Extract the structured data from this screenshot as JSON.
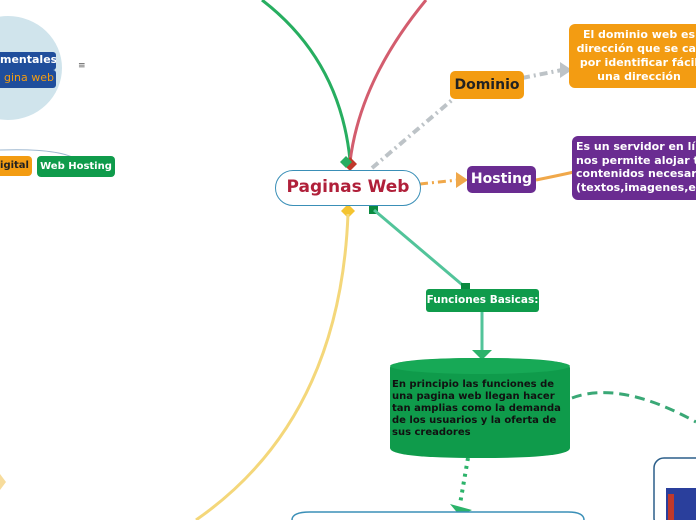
{
  "central": {
    "label": "Paginas Web"
  },
  "branches": {
    "dominio": {
      "label": "Dominio",
      "color": "#f39c12",
      "description": [
        "El dominio web es",
        "dirección que se car",
        "por identificar fácil",
        "una dirección"
      ]
    },
    "hosting": {
      "label": "Hosting",
      "color": "#6a2c91",
      "description": [
        "Es un servidor en lí",
        "nos permite alojar t",
        "contenidos necesar",
        "(textos,imagenes,e"
      ]
    },
    "funciones": {
      "label": "Funciones Basicas:",
      "color": "#0f9b4b",
      "description": [
        "En principio las funciones de",
        "una pagina web llegan hacer",
        "tan amplias como la demanda",
        "de los usuarios y la oferta de",
        "sus creadores"
      ]
    }
  },
  "left_panel": {
    "line1": "mentales",
    "line2": "gina web",
    "menu_glyph": "≡",
    "tag_digital": "igital",
    "tag_web_hosting": "Web Hosting"
  },
  "colors": {
    "green": "#27ae60",
    "red": "#c0392b",
    "gray": "#bdc3c7",
    "orange": "#f39c12",
    "purple": "#6a2c91",
    "yellow": "#f4d03f",
    "teal": "#52c49a",
    "dark_green": "#0a8a3f"
  }
}
